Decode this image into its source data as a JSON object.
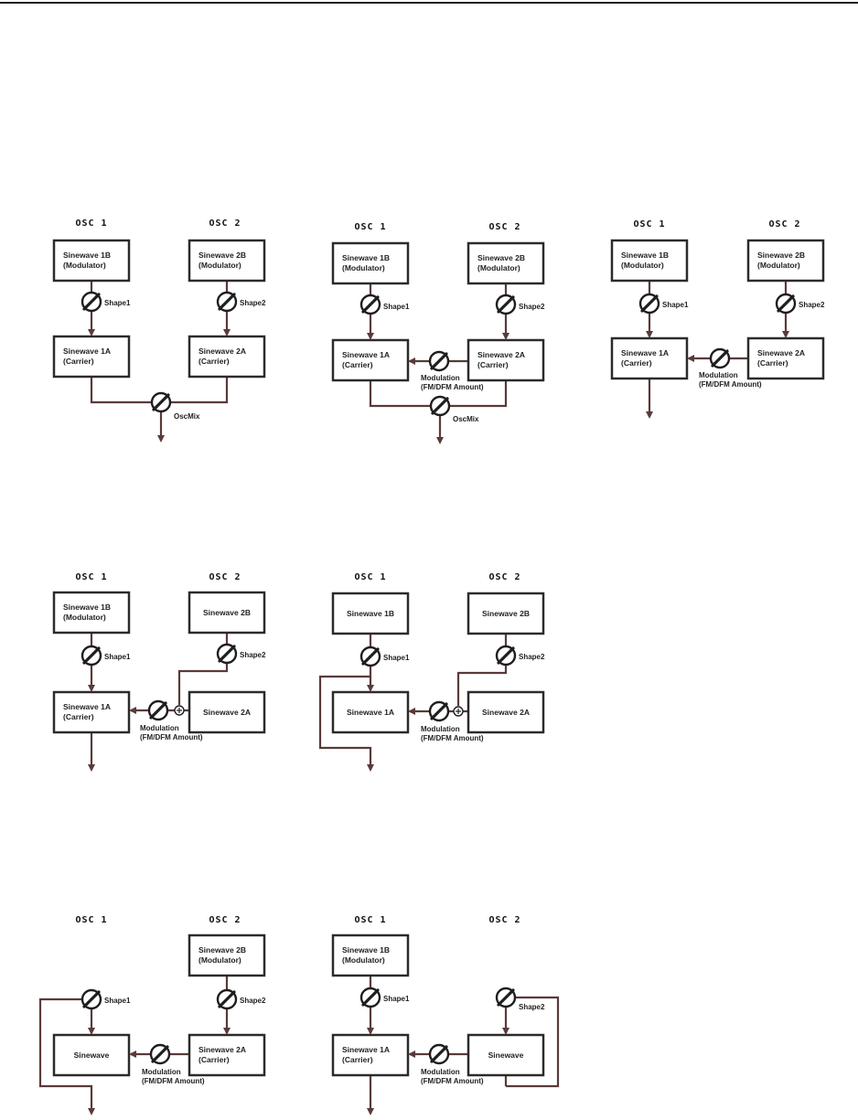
{
  "labels": {
    "osc1": "OSC 1",
    "osc2": "OSC 2",
    "shape1": "Shape1",
    "shape2": "Shape2",
    "oscmix": "OscMix",
    "modulation": "Modulation",
    "fm_amount": "(FM/DFM Amount)",
    "sw1b": "Sinewave 1B",
    "sw2b": "Sinewave 2B",
    "sw1a": "Sinewave 1A",
    "sw2a": "Sinewave 2A",
    "sinewave": "Sinewave",
    "modulator": "(Modulator)",
    "carrier": "(Carrier)"
  },
  "colors": {
    "wire": "#5a3a3a",
    "box_stroke": "#2b2b2b"
  }
}
